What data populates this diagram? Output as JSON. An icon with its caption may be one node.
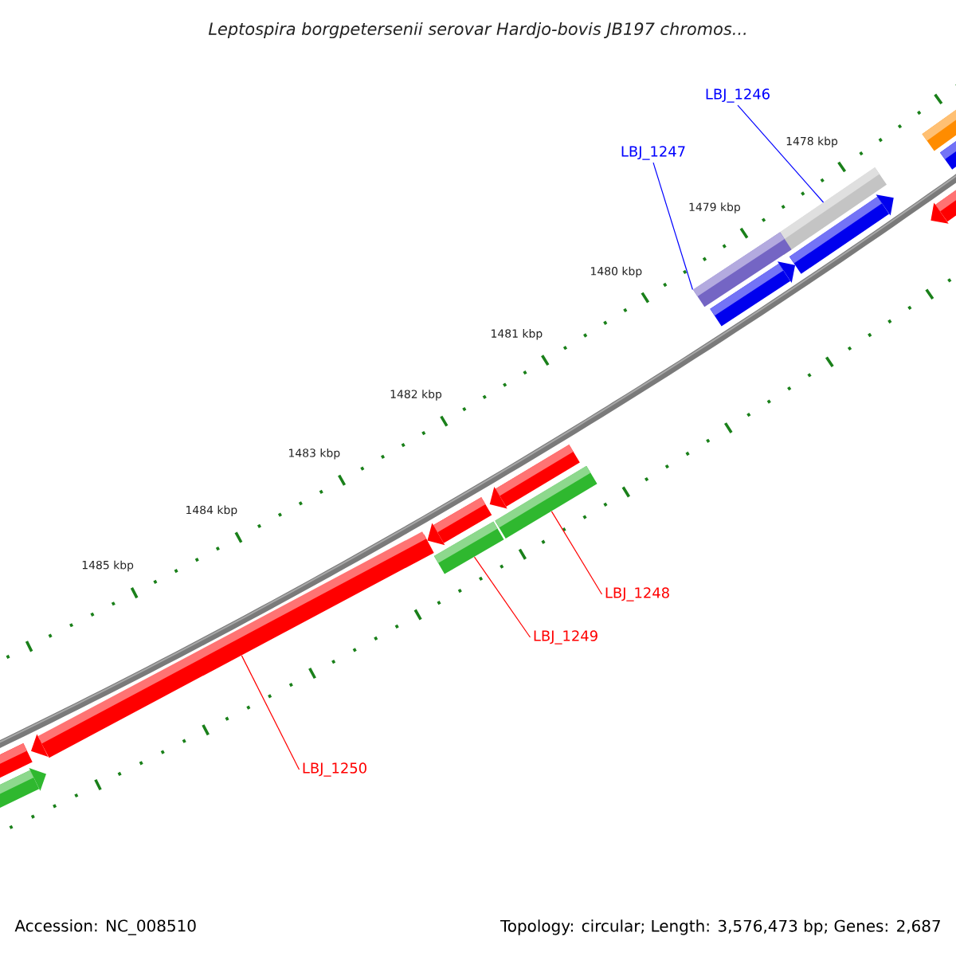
{
  "diagram": {
    "title": "Leptospira borgpetersenii serovar Hardjo-bovis JB197 chromos...",
    "nodes": [
      {
        "text": [
          "LBJ_1246"
        ]
      },
      {
        "text": [
          "LBJ_1247"
        ]
      },
      {
        "text": [
          "LBJ_1248"
        ]
      },
      {
        "text": [
          "LBJ_1249"
        ]
      },
      {
        "text": [
          "LBJ_1250"
        ]
      },
      {
        "text": [],
        "shape": "bar"
      },
      {
        "text": [],
        "shape": "bar"
      },
      {
        "text": [],
        "shape": "bar"
      },
      {
        "text": [],
        "shape": "arrow"
      },
      {
        "text": [],
        "shape": "bar"
      },
      {
        "text": [],
        "shape": "arrow"
      },
      {
        "text": [],
        "shape": "arrow"
      },
      {
        "text": [],
        "shape": "arrow"
      },
      {
        "text": [],
        "shape": "bar"
      },
      {
        "text": [],
        "shape": "arrow"
      },
      {
        "text": [],
        "shape": "bar"
      },
      {
        "text": [],
        "shape": "arrow"
      },
      {
        "text": [],
        "shape": "bar"
      },
      {
        "text": [],
        "shape": "arrow"
      }
    ],
    "edges": [
      {
        "from": 0,
        "to": 6,
        "arrow": "none",
        "color": "#0000ff"
      },
      {
        "from": 1,
        "to": 9,
        "arrow": "none",
        "color": "#0000ff"
      },
      {
        "from": 2,
        "to": 13,
        "arrow": "none"
      },
      {
        "from": 3,
        "to": 15,
        "arrow": "none"
      },
      {
        "from": 4,
        "to": 16,
        "arrow": "none"
      }
    ],
    "labels": [
      "1478 kbp",
      "1479 kbp",
      "1480 kbp",
      "1481 kbp",
      "1482 kbp",
      "1483 kbp",
      "1484 kbp",
      "1485 kbp",
      "Accession: NC_008510",
      "Topology: circular; Length: 3,576,473 bp; Genes: 2,687"
    ]
  }
}
